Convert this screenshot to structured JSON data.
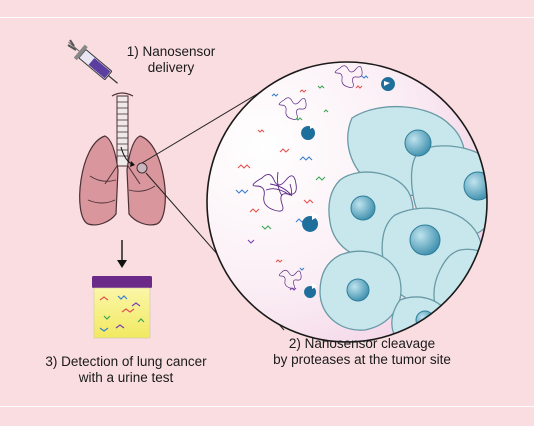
{
  "steps": {
    "step1": {
      "line1": "1) Nanosensor",
      "line2": "delivery"
    },
    "step2": {
      "line1": "2) Nanosensor cleavage",
      "line2": "by proteases at the tumor site"
    },
    "step3": {
      "line1": "3) Detection of lung cancer",
      "line2": "with a urine test"
    }
  },
  "colors": {
    "background": "#f9dde0",
    "lung": "#d9969d",
    "lung_outline": "#4a3035",
    "cell": "#c7e7ec",
    "nucleus": "#5fa7bf",
    "protease": "#1f6f9c",
    "nanosensor_core": "#5b2a86",
    "urine": "#f4f07a",
    "lid": "#6b2a87"
  },
  "icons": [
    "syringe-icon",
    "lungs-icon",
    "trachea-icon",
    "tumor-icon",
    "urine-cup-icon",
    "nanosensor-icon",
    "protease-icon",
    "tumor-cell-icon"
  ]
}
